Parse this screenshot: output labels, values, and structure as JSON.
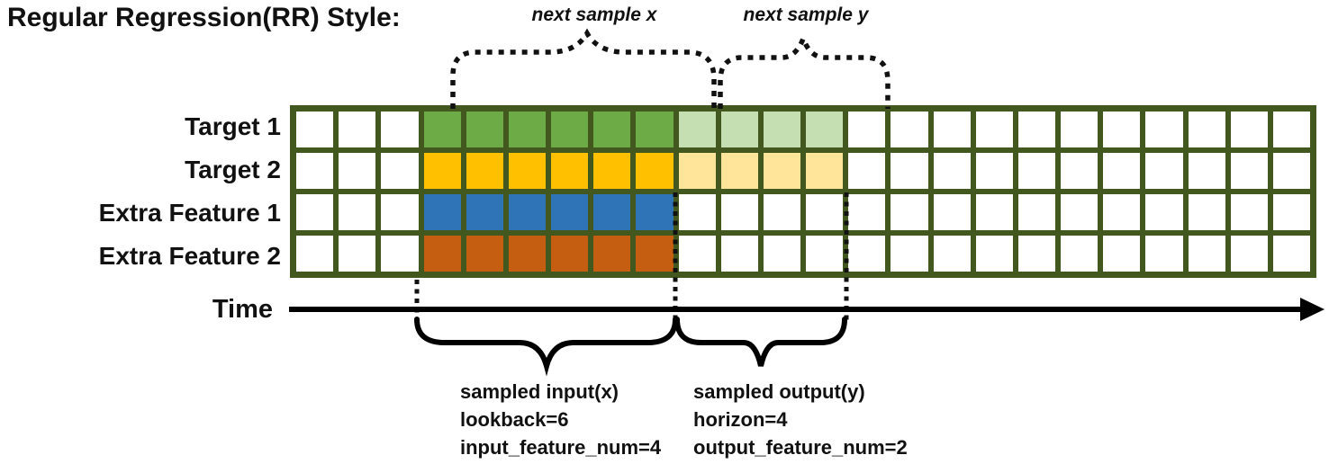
{
  "title": "Regular Regression(RR) Style:",
  "annotations": {
    "next_sample_x": "next sample x",
    "next_sample_y": "next sample y",
    "time_label": "Time",
    "input_caption_lines": [
      "sampled input(x)",
      "lookback=6",
      "input_feature_num=4"
    ],
    "output_caption_lines": [
      "sampled output(y)",
      "horizon=4",
      "output_feature_num=2"
    ]
  },
  "parameters": {
    "lookback": 6,
    "horizon": 4,
    "input_feature_num": 4,
    "output_feature_num": 2
  },
  "grid": {
    "num_columns": 24,
    "input_start_col": 4,
    "input_end_col": 9,
    "output_start_col": 10,
    "output_end_col": 13,
    "line_color": "#42581F",
    "cell_color": "#FFFFFF",
    "rows": [
      {
        "label": "Target 1",
        "type": "target",
        "input_color": "#6CAB45",
        "output_color": "#C5DFB3"
      },
      {
        "label": "Target 2",
        "type": "target",
        "input_color": "#FFC000",
        "output_color": "#FFE599"
      },
      {
        "label": "Extra Feature 1",
        "type": "extra",
        "input_color": "#2E74B6",
        "output_color": null
      },
      {
        "label": "Extra Feature 2",
        "type": "extra",
        "input_color": "#C55E11",
        "output_color": null
      }
    ]
  },
  "colors": {
    "annotation": "#111111",
    "grid_line": "#42581F"
  }
}
